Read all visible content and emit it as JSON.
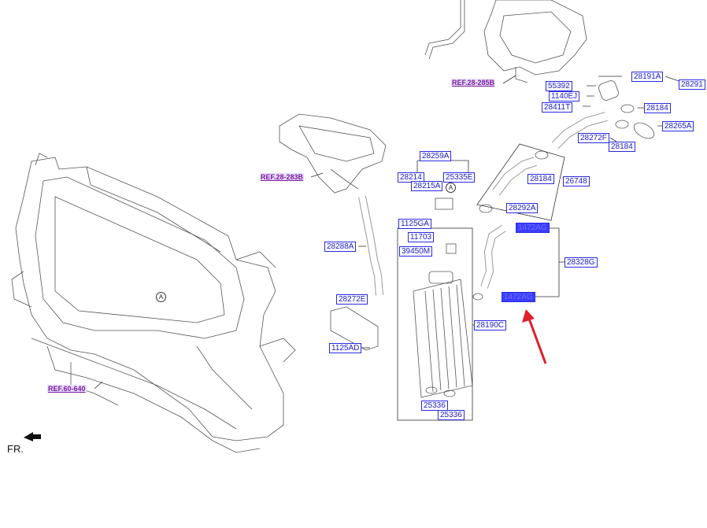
{
  "diagram": {
    "part_labels": [
      {
        "id": "l28191A",
        "text": "28191A"
      },
      {
        "id": "l28291",
        "text": "28291"
      },
      {
        "id": "l55392",
        "text": "55392"
      },
      {
        "id": "l1140EJ",
        "text": "1140EJ"
      },
      {
        "id": "l28411T",
        "text": "28411T"
      },
      {
        "id": "l28184a",
        "text": "28184"
      },
      {
        "id": "l28265A",
        "text": "28265A"
      },
      {
        "id": "l28272F",
        "text": "28272F"
      },
      {
        "id": "l28184b",
        "text": "28184"
      },
      {
        "id": "l28259A",
        "text": "28259A"
      },
      {
        "id": "l28214",
        "text": "28214"
      },
      {
        "id": "l25335E",
        "text": "25335E"
      },
      {
        "id": "l28215A",
        "text": "28215A"
      },
      {
        "id": "l28184c",
        "text": "28184"
      },
      {
        "id": "l26748",
        "text": "26748"
      },
      {
        "id": "l28292A",
        "text": "28292A"
      },
      {
        "id": "l1125GA",
        "text": "1125GA"
      },
      {
        "id": "l1472AGa",
        "text": "1472AG"
      },
      {
        "id": "l11703",
        "text": "11703"
      },
      {
        "id": "l28288A",
        "text": "28288A"
      },
      {
        "id": "l39450M",
        "text": "39450M"
      },
      {
        "id": "l28328G",
        "text": "28328G"
      },
      {
        "id": "l28272E",
        "text": "28272E"
      },
      {
        "id": "l1472AGb",
        "text": "1472AG"
      },
      {
        "id": "l28190C",
        "text": "28190C"
      },
      {
        "id": "l1125AD",
        "text": "1125AD"
      },
      {
        "id": "l25336a",
        "text": "25336"
      },
      {
        "id": "l25336b",
        "text": "25336"
      }
    ],
    "ref_labels": [
      {
        "id": "r285B",
        "text": "REF.28-285B"
      },
      {
        "id": "r283B",
        "text": "REF.28-283B"
      },
      {
        "id": "r640",
        "text": "REF.60-640"
      }
    ],
    "circle_marker": "A",
    "direction_label": "FR.",
    "highlight_color": "#3d3dff",
    "label_color": "#2a2ae0",
    "ref_color": "#7d1a9c",
    "arrow_color": "#e0202a"
  }
}
